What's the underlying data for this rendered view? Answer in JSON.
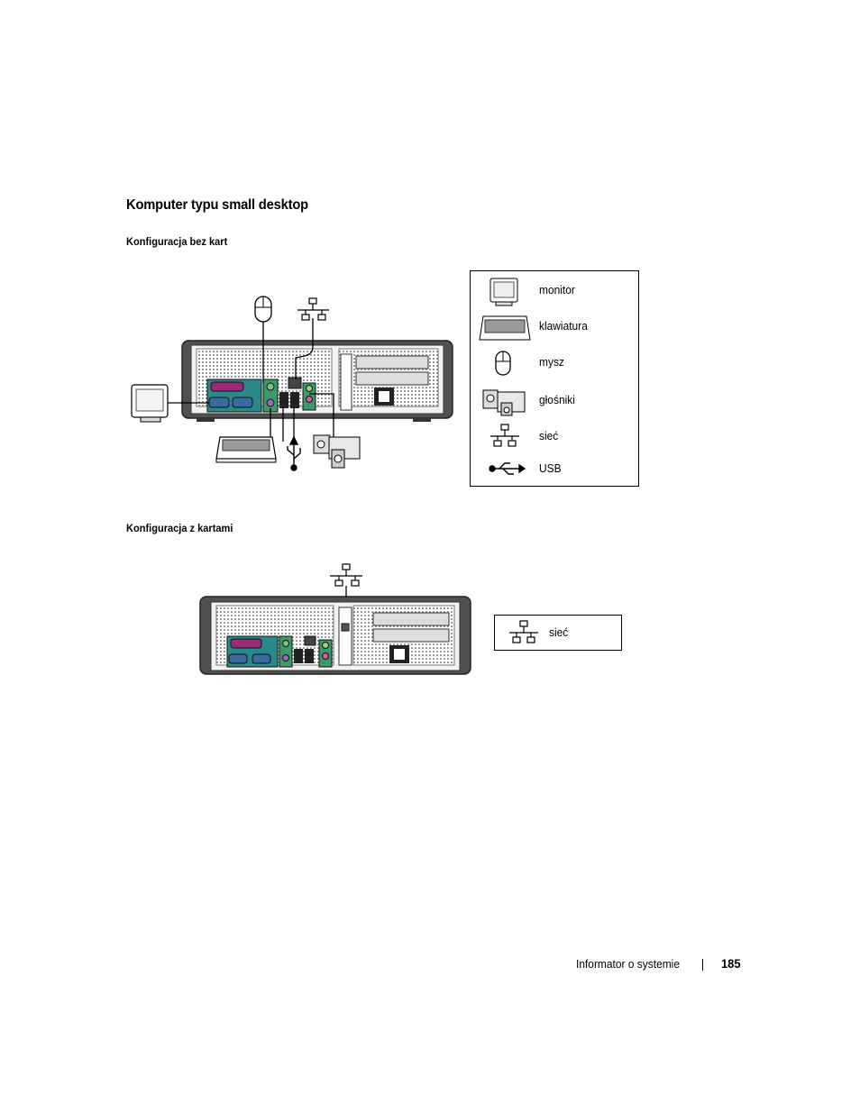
{
  "page": {
    "section_title": "Komputer typu small desktop",
    "subsection_1": "Konfiguracja bez kart",
    "subsection_2": "Konfiguracja z kartami"
  },
  "legend_1": {
    "items": [
      {
        "label": "monitor",
        "icon": "monitor-icon"
      },
      {
        "label": "klawiatura",
        "icon": "keyboard-icon"
      },
      {
        "label": "mysz",
        "icon": "mouse-icon"
      },
      {
        "label": "głośniki",
        "icon": "speakers-icon"
      },
      {
        "label": "sieć",
        "icon": "network-icon"
      },
      {
        "label": "USB",
        "icon": "usb-icon"
      }
    ]
  },
  "legend_2": {
    "items": [
      {
        "label": "sieć",
        "icon": "network-icon"
      }
    ]
  },
  "footer": {
    "text": "Informator o systemie",
    "page_number": "185"
  },
  "colors": {
    "chassis": "#4a4a4a",
    "port_purple": "#9b2a7a",
    "port_green": "#3a9a6a",
    "port_pink": "#d85aa0",
    "port_teal": "#2a8a8a"
  }
}
